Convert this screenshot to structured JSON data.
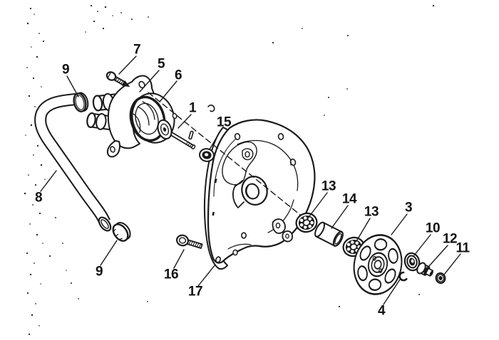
{
  "figure": {
    "type": "exploded-parts-diagram",
    "subject": "water pump, hose and crankcase cover assembly",
    "colors": {
      "paper": "#ffffff",
      "ink": "#1a1a1a"
    },
    "callouts": [
      {
        "label": "7",
        "part": "pump-mount-bolt"
      },
      {
        "label": "9",
        "part": "hose-clamp-upper"
      },
      {
        "label": "5",
        "part": "water-pump-housing"
      },
      {
        "label": "6",
        "part": "o-ring"
      },
      {
        "label": "1",
        "part": "impeller-shaft"
      },
      {
        "label": "15",
        "part": "seal"
      },
      {
        "label": "8",
        "part": "water-hose"
      },
      {
        "label": "9",
        "part": "hose-clamp-lower"
      },
      {
        "label": "16",
        "part": "cover-bolt"
      },
      {
        "label": "17",
        "part": "cover-gasket"
      },
      {
        "label": "13",
        "part": "bearing-inner"
      },
      {
        "label": "14",
        "part": "spacer-collar"
      },
      {
        "label": "13",
        "part": "bearing-outer"
      },
      {
        "label": "3",
        "part": "drive-plate"
      },
      {
        "label": "10",
        "part": "collar-washer"
      },
      {
        "label": "12",
        "part": "stepped-bolt"
      },
      {
        "label": "11",
        "part": "nut"
      },
      {
        "label": "4",
        "part": "circlip"
      }
    ]
  }
}
